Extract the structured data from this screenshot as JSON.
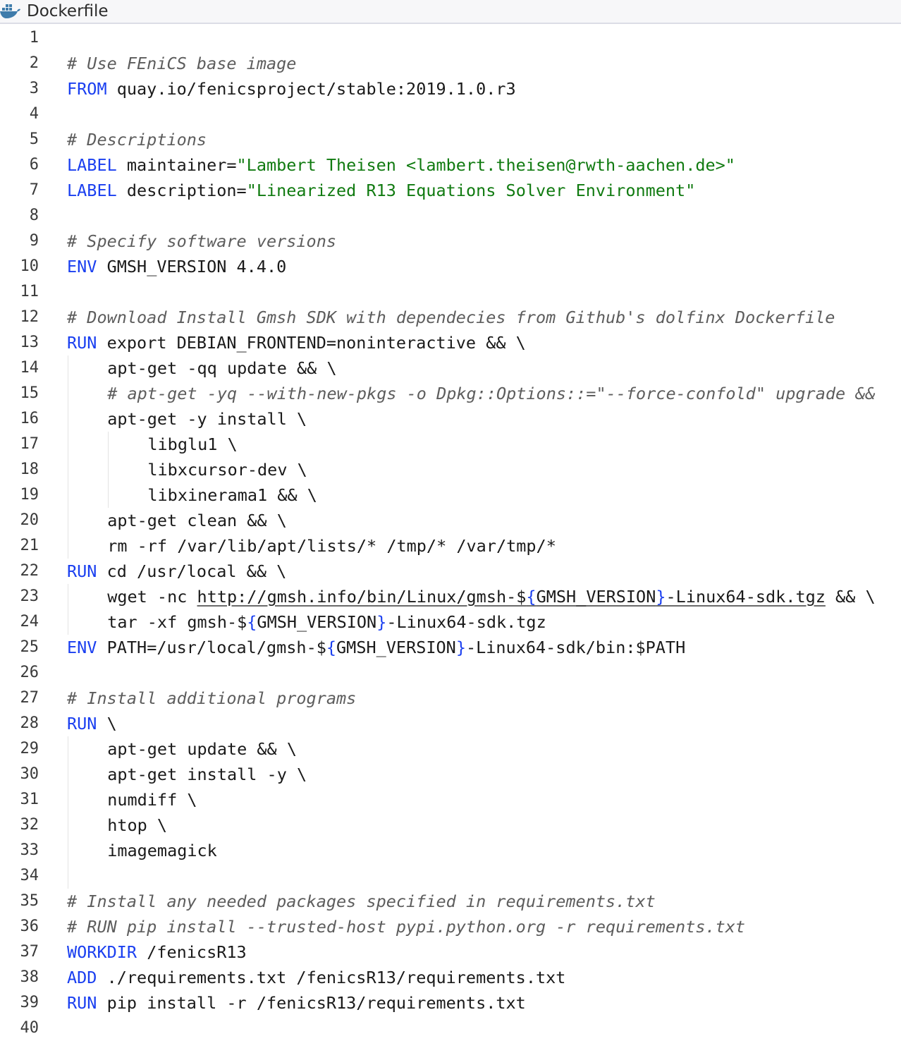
{
  "tab": {
    "title": "Dockerfile",
    "icon": "docker-whale-icon",
    "icon_color": "#3f7cab"
  },
  "colors": {
    "keyword": "#1a3ff0",
    "comment": "#5d5d5d",
    "string": "#107a10"
  },
  "lines": [
    {
      "n": "1",
      "indent": 0,
      "segs": []
    },
    {
      "n": "2",
      "indent": 0,
      "segs": [
        {
          "t": "cm",
          "v": "# Use FEniCS base image"
        }
      ]
    },
    {
      "n": "3",
      "indent": 0,
      "segs": [
        {
          "t": "kw",
          "v": "FROM"
        },
        {
          "t": "p",
          "v": " quay.io/fenicsproject/stable:2019.1.0.r3"
        }
      ]
    },
    {
      "n": "4",
      "indent": 0,
      "segs": []
    },
    {
      "n": "5",
      "indent": 0,
      "segs": [
        {
          "t": "cm",
          "v": "# Descriptions"
        }
      ]
    },
    {
      "n": "6",
      "indent": 0,
      "segs": [
        {
          "t": "kw",
          "v": "LABEL"
        },
        {
          "t": "p",
          "v": " maintainer="
        },
        {
          "t": "st",
          "v": "\"Lambert Theisen <lambert.theisen@rwth-aachen.de>\""
        }
      ]
    },
    {
      "n": "7",
      "indent": 0,
      "segs": [
        {
          "t": "kw",
          "v": "LABEL"
        },
        {
          "t": "p",
          "v": " description="
        },
        {
          "t": "st",
          "v": "\"Linearized R13 Equations Solver Environment\""
        }
      ]
    },
    {
      "n": "8",
      "indent": 0,
      "segs": []
    },
    {
      "n": "9",
      "indent": 0,
      "segs": [
        {
          "t": "cm",
          "v": "# Specify software versions"
        }
      ]
    },
    {
      "n": "10",
      "indent": 0,
      "segs": [
        {
          "t": "kw",
          "v": "ENV"
        },
        {
          "t": "p",
          "v": " GMSH_VERSION 4.4.0"
        }
      ]
    },
    {
      "n": "11",
      "indent": 0,
      "segs": []
    },
    {
      "n": "12",
      "indent": 0,
      "segs": [
        {
          "t": "cm",
          "v": "# Download Install Gmsh SDK with dependecies from Github's dolfinx Dockerfile"
        }
      ]
    },
    {
      "n": "13",
      "indent": 0,
      "segs": [
        {
          "t": "kw",
          "v": "RUN"
        },
        {
          "t": "p",
          "v": " export DEBIAN_FRONTEND=noninteractive && \\"
        }
      ]
    },
    {
      "n": "14",
      "indent": 4,
      "segs": [
        {
          "t": "p",
          "v": "apt-get -qq update && \\"
        }
      ]
    },
    {
      "n": "15",
      "indent": 4,
      "segs": [
        {
          "t": "cm",
          "v": "# apt-get -yq --with-new-pkgs -o Dpkg::Options::=\"--force-confold\" upgrade &&"
        }
      ]
    },
    {
      "n": "16",
      "indent": 4,
      "segs": [
        {
          "t": "p",
          "v": "apt-get -y install \\"
        }
      ]
    },
    {
      "n": "17",
      "indent": 8,
      "segs": [
        {
          "t": "p",
          "v": "libglu1 \\"
        }
      ]
    },
    {
      "n": "18",
      "indent": 8,
      "segs": [
        {
          "t": "p",
          "v": "libxcursor-dev \\"
        }
      ]
    },
    {
      "n": "19",
      "indent": 8,
      "segs": [
        {
          "t": "p",
          "v": "libxinerama1 && \\"
        }
      ]
    },
    {
      "n": "20",
      "indent": 4,
      "segs": [
        {
          "t": "p",
          "v": "apt-get clean && \\"
        }
      ]
    },
    {
      "n": "21",
      "indent": 4,
      "segs": [
        {
          "t": "p",
          "v": "rm -rf /var/lib/apt/lists/* /tmp/* /var/tmp/*"
        }
      ]
    },
    {
      "n": "22",
      "indent": 0,
      "segs": [
        {
          "t": "kw",
          "v": "RUN"
        },
        {
          "t": "p",
          "v": " cd /usr/local && \\"
        }
      ]
    },
    {
      "n": "23",
      "indent": 4,
      "segs": [
        {
          "t": "p",
          "v": "wget -nc "
        },
        {
          "t": "url",
          "v": "http://gmsh.info/bin/Linux/gmsh-$"
        },
        {
          "t": "urlbr",
          "v": "{"
        },
        {
          "t": "url",
          "v": "GMSH_VERSION"
        },
        {
          "t": "urlbr",
          "v": "}"
        },
        {
          "t": "url",
          "v": "-Linux64-sdk.tgz"
        },
        {
          "t": "p",
          "v": " && \\"
        }
      ]
    },
    {
      "n": "24",
      "indent": 4,
      "segs": [
        {
          "t": "p",
          "v": "tar -xf gmsh-$"
        },
        {
          "t": "br",
          "v": "{"
        },
        {
          "t": "p",
          "v": "GMSH_VERSION"
        },
        {
          "t": "br",
          "v": "}"
        },
        {
          "t": "p",
          "v": "-Linux64-sdk.tgz"
        }
      ]
    },
    {
      "n": "25",
      "indent": 0,
      "segs": [
        {
          "t": "kw",
          "v": "ENV"
        },
        {
          "t": "p",
          "v": " PATH=/usr/local/gmsh-$"
        },
        {
          "t": "br",
          "v": "{"
        },
        {
          "t": "p",
          "v": "GMSH_VERSION"
        },
        {
          "t": "br",
          "v": "}"
        },
        {
          "t": "p",
          "v": "-Linux64-sdk/bin:$PATH"
        }
      ]
    },
    {
      "n": "26",
      "indent": 0,
      "segs": []
    },
    {
      "n": "27",
      "indent": 0,
      "segs": [
        {
          "t": "cm",
          "v": "# Install additional programs"
        }
      ]
    },
    {
      "n": "28",
      "indent": 0,
      "segs": [
        {
          "t": "kw",
          "v": "RUN"
        },
        {
          "t": "p",
          "v": " \\"
        }
      ]
    },
    {
      "n": "29",
      "indent": 4,
      "segs": [
        {
          "t": "p",
          "v": "apt-get update && \\"
        }
      ]
    },
    {
      "n": "30",
      "indent": 4,
      "segs": [
        {
          "t": "p",
          "v": "apt-get install -y \\"
        }
      ]
    },
    {
      "n": "31",
      "indent": 4,
      "segs": [
        {
          "t": "p",
          "v": "numdiff \\"
        }
      ]
    },
    {
      "n": "32",
      "indent": 4,
      "segs": [
        {
          "t": "p",
          "v": "htop \\"
        }
      ]
    },
    {
      "n": "33",
      "indent": 4,
      "segs": [
        {
          "t": "p",
          "v": "imagemagick"
        }
      ]
    },
    {
      "n": "34",
      "indent": 0,
      "segs": []
    },
    {
      "n": "35",
      "indent": 0,
      "segs": [
        {
          "t": "cm",
          "v": "# Install any needed packages specified in requirements.txt"
        }
      ]
    },
    {
      "n": "36",
      "indent": 0,
      "segs": [
        {
          "t": "cm",
          "v": "# RUN pip install --trusted-host pypi.python.org -r requirements.txt"
        }
      ]
    },
    {
      "n": "37",
      "indent": 0,
      "segs": [
        {
          "t": "kw",
          "v": "WORKDIR"
        },
        {
          "t": "p",
          "v": " /fenicsR13"
        }
      ]
    },
    {
      "n": "38",
      "indent": 0,
      "segs": [
        {
          "t": "kw",
          "v": "ADD"
        },
        {
          "t": "p",
          "v": " ./requirements.txt /fenicsR13/requirements.txt"
        }
      ]
    },
    {
      "n": "39",
      "indent": 0,
      "segs": [
        {
          "t": "kw",
          "v": "RUN"
        },
        {
          "t": "p",
          "v": " pip install -r /fenicsR13/requirements.txt"
        }
      ]
    },
    {
      "n": "40",
      "indent": 0,
      "segs": []
    }
  ]
}
